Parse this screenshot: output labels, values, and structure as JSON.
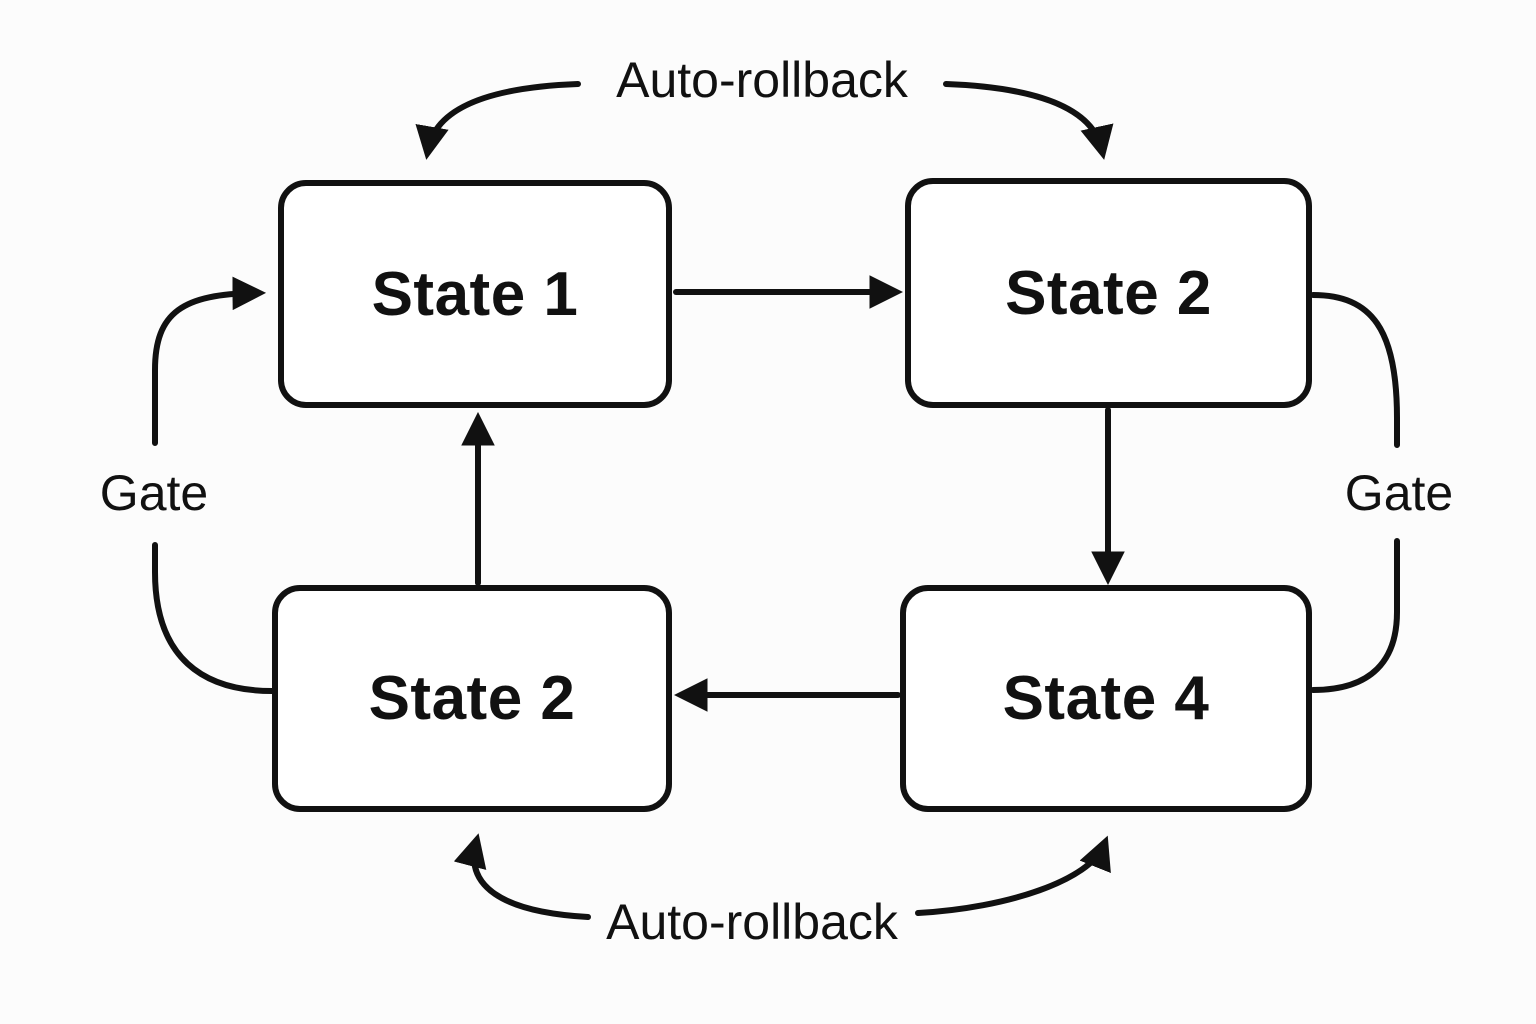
{
  "canvas": {
    "background": "#fcfcfc",
    "stroke_color": "#111111",
    "box_fill": "#ffffff"
  },
  "diagram": {
    "type": "state-machine",
    "nodes": [
      {
        "id": "state-1",
        "label": "State 1"
      },
      {
        "id": "state-2-top",
        "label": "State 2"
      },
      {
        "id": "state-2-bottom",
        "label": "State 2"
      },
      {
        "id": "state-4",
        "label": "State 4"
      }
    ],
    "edge_labels": {
      "auto_rollback_top": "Auto-rollback",
      "auto_rollback_bottom": "Auto-rollback",
      "gate_left": "Gate",
      "gate_right": "Gate"
    },
    "edges": [
      {
        "from": "state-1",
        "to": "state-2-top",
        "label": ""
      },
      {
        "from": "state-2-top",
        "to": "state-4",
        "label": ""
      },
      {
        "from": "state-4",
        "to": "state-2-bottom",
        "label": ""
      },
      {
        "from": "state-2-bottom",
        "to": "state-1",
        "label": "Gate"
      },
      {
        "from": "state-2-top",
        "to": "state-4",
        "label": "Gate"
      },
      {
        "from": "auto-rollback-top-label",
        "to": "state-1",
        "label": "Auto-rollback"
      },
      {
        "from": "auto-rollback-top-label",
        "to": "state-2-top",
        "label": "Auto-rollback"
      },
      {
        "from": "auto-rollback-bottom-label",
        "to": "state-2-bottom",
        "label": "Auto-rollback"
      },
      {
        "from": "auto-rollback-bottom-label",
        "to": "state-4",
        "label": "Auto-rollback"
      }
    ]
  }
}
